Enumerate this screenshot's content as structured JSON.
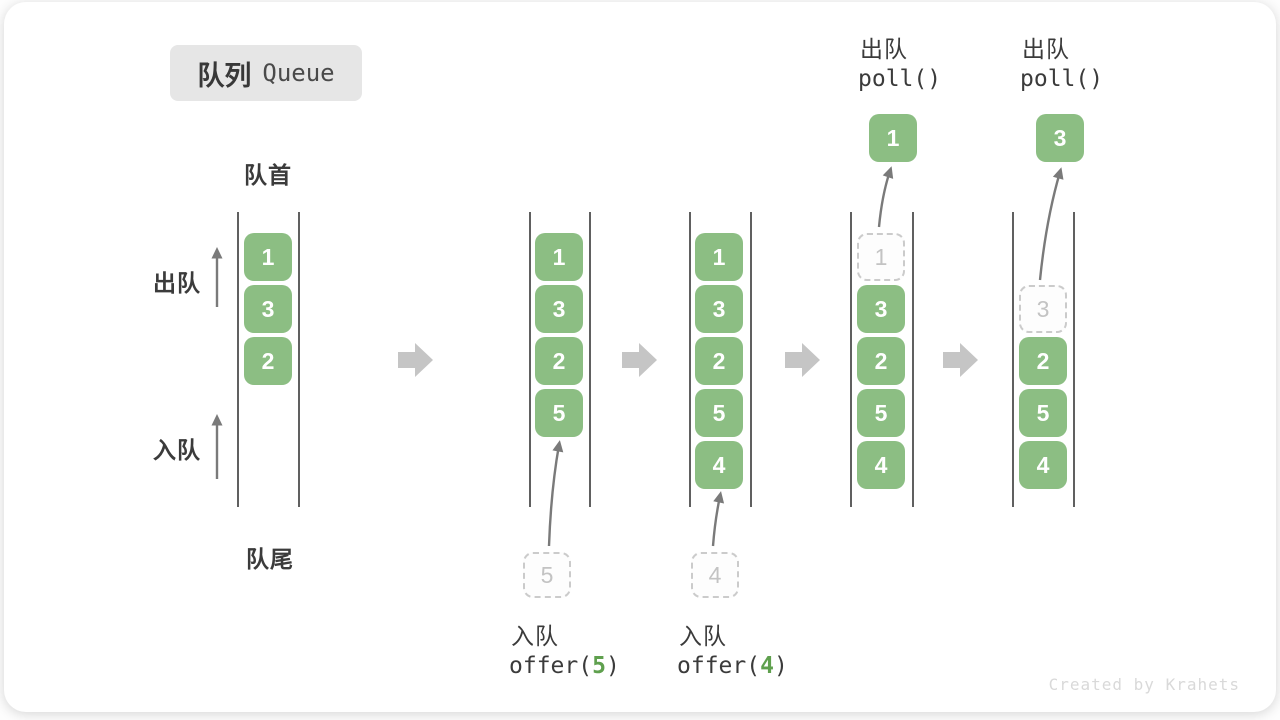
{
  "title": {
    "zh": "队列",
    "en": "Queue"
  },
  "side_labels": {
    "front": "队首",
    "rear": "队尾",
    "dequeue": "出队",
    "enqueue": "入队"
  },
  "colors": {
    "cell_green": "#8CBE83",
    "accent_green": "#5FA04E",
    "arrow_gray": "#C5C5C5",
    "line_gray": "#606060",
    "ink": "#3B3B3B"
  },
  "states": [
    {
      "cells": [
        "1",
        "3",
        "2"
      ]
    },
    {
      "cells": [
        "1",
        "3",
        "2",
        "5"
      ],
      "pending": "5",
      "op": {
        "action": "入队",
        "code_fn": "offer(",
        "code_arg": "5",
        "code_close": ")"
      }
    },
    {
      "cells": [
        "1",
        "3",
        "2",
        "5",
        "4"
      ],
      "pending": "4",
      "op": {
        "action": "入队",
        "code_fn": "offer(",
        "code_arg": "4",
        "code_close": ")"
      }
    },
    {
      "removed": "1",
      "cells": [
        "3",
        "2",
        "5",
        "4"
      ],
      "polled": "1",
      "op": {
        "action": "出队",
        "code_fn": "poll()"
      }
    },
    {
      "removed": "3",
      "cells": [
        "2",
        "5",
        "4"
      ],
      "polled": "3",
      "op": {
        "action": "出队",
        "code_fn": "poll()"
      }
    }
  ],
  "watermark": "Created by Krahets"
}
